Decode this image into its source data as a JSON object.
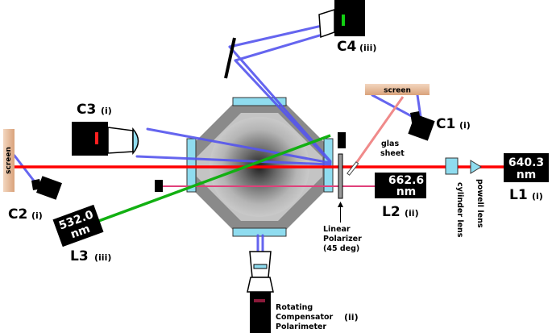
{
  "lasers": {
    "l1": {
      "wavelength": "640.3",
      "unit": "nm",
      "name": "L1",
      "tag": "(i)"
    },
    "l2": {
      "wavelength": "662.6",
      "unit": "nm",
      "name": "L2",
      "tag": "(ii)"
    },
    "l3": {
      "wavelength": "532.0",
      "unit": "nm",
      "name": "L3",
      "tag": "(iii)"
    }
  },
  "cameras": {
    "c1": {
      "name": "C1",
      "tag": "(i)"
    },
    "c2": {
      "name": "C2",
      "tag": "(i)"
    },
    "c3": {
      "name": "C3",
      "tag": "(i)"
    },
    "c4": {
      "name": "C4",
      "tag": "(iii)"
    }
  },
  "screens": {
    "top": "screen",
    "left": "screen"
  },
  "optics": {
    "glass_sheet": [
      "glas",
      "sheet"
    ],
    "cylinder_lens": "cylinder lens",
    "powell_lens": "powell lens",
    "linear_polarizer": [
      "Linear",
      "Polarizer",
      "(45 deg)"
    ]
  },
  "polarimeter": {
    "lines": [
      "Rotating",
      "Compensator",
      "Polarimeter"
    ],
    "tag": "(ii)"
  },
  "colors": {
    "red_beam": "#ff0000",
    "pink_beam": "#e0407a",
    "green_beam": "#12b012",
    "blue_beam": "#5555ee",
    "salmon_beam": "#f08a8a",
    "window": "#8fdcef",
    "chamber": "#8a8a8a",
    "screen": "#e3b896"
  }
}
